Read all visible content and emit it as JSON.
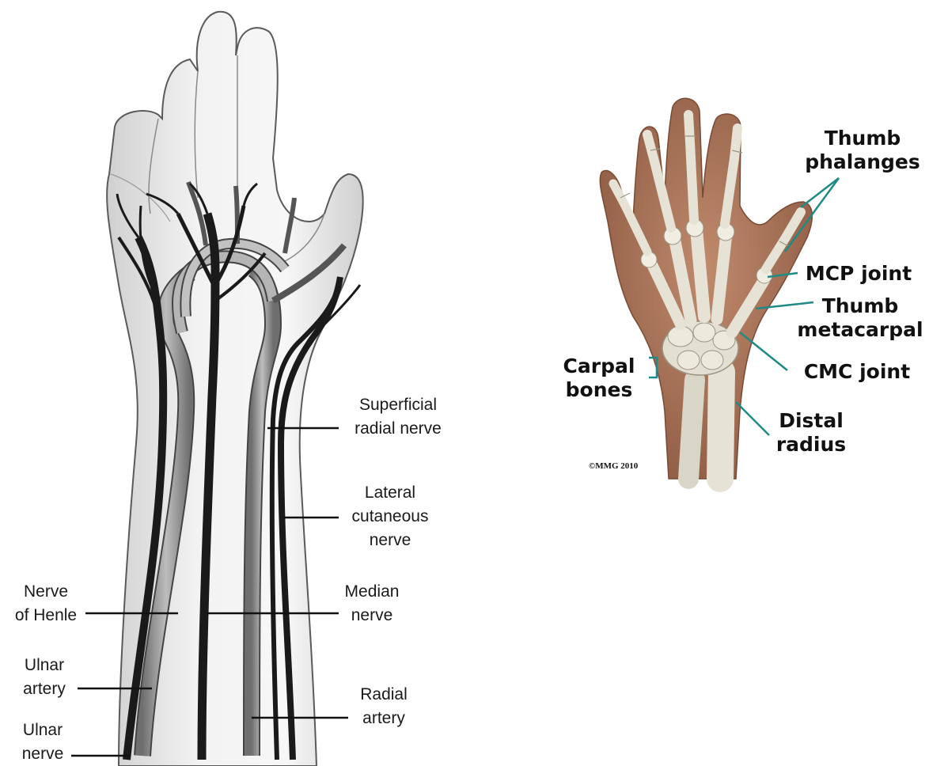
{
  "left_figure": {
    "labels": {
      "superficial_radial_nerve": "Superficial\nradial nerve",
      "lateral_cutaneous_nerve": "Lateral\ncutaneous\nnerve",
      "median_nerve": "Median\nnerve",
      "radial_artery": "Radial\nartery",
      "nerve_of_henle": "Nerve\nof Henle",
      "ulnar_artery": "Ulnar\nartery",
      "ulnar_nerve": "Ulnar\nnerve"
    }
  },
  "right_figure": {
    "labels": {
      "thumb_phalanges": "Thumb\nphalanges",
      "mcp_joint": "MCP joint",
      "thumb_metacarpal": "Thumb\nmetacarpal",
      "carpal_bones": "Carpal\nbones",
      "cmc_joint": "CMC joint",
      "distal_radius": "Distal\nradius"
    },
    "copyright": "©MMG 2010",
    "leader_color": "#1f8a86",
    "skin_color": "#a8735a",
    "bone_color": "#e3e0d2"
  }
}
